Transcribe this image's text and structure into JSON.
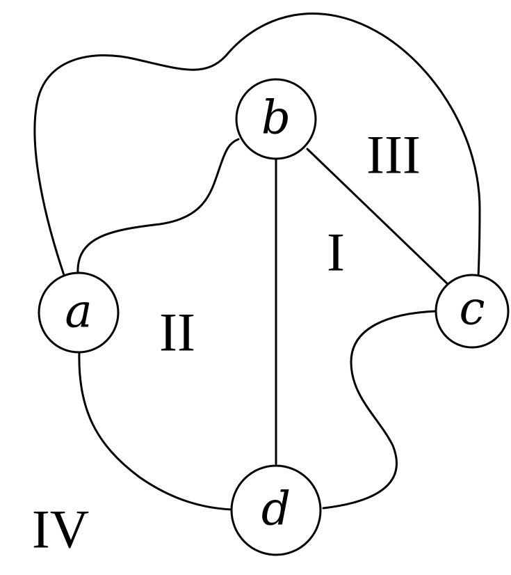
{
  "graph": {
    "nodes": [
      {
        "id": "a",
        "label": "a"
      },
      {
        "id": "b",
        "label": "b"
      },
      {
        "id": "c",
        "label": "c"
      },
      {
        "id": "d",
        "label": "d"
      }
    ],
    "edges": [
      {
        "from": "b",
        "to": "d"
      },
      {
        "from": "b",
        "to": "c"
      },
      {
        "from": "a",
        "to": "b"
      },
      {
        "from": "a",
        "to": "c"
      },
      {
        "from": "a",
        "to": "d"
      },
      {
        "from": "c",
        "to": "d"
      }
    ],
    "regions": [
      {
        "label": "I"
      },
      {
        "label": "II"
      },
      {
        "label": "III"
      },
      {
        "label": "IV"
      }
    ]
  },
  "colors": {
    "stroke": "#000000",
    "background": "#ffffff"
  }
}
